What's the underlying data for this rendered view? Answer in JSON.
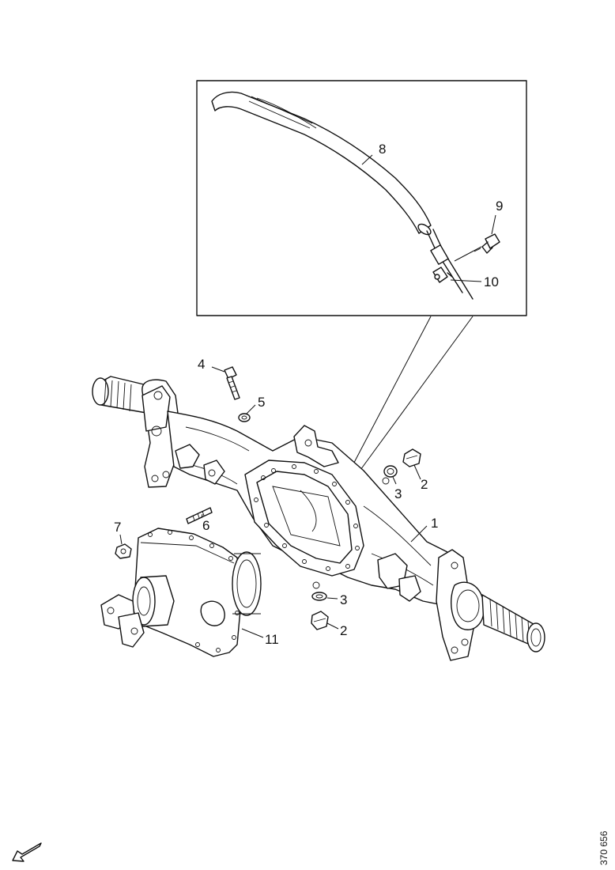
{
  "diagram": {
    "callouts": [
      {
        "id": "c1",
        "label": "1"
      },
      {
        "id": "c2a",
        "label": "2"
      },
      {
        "id": "c2b",
        "label": "2"
      },
      {
        "id": "c3a",
        "label": "3"
      },
      {
        "id": "c3b",
        "label": "3"
      },
      {
        "id": "c4",
        "label": "4"
      },
      {
        "id": "c5",
        "label": "5"
      },
      {
        "id": "c6",
        "label": "6"
      },
      {
        "id": "c7",
        "label": "7"
      },
      {
        "id": "c8",
        "label": "8"
      },
      {
        "id": "c9",
        "label": "9"
      },
      {
        "id": "c10",
        "label": "10"
      },
      {
        "id": "c11",
        "label": "11"
      }
    ],
    "document_number": "370 656",
    "icons": {
      "orientation": "direction-arrow-icon"
    }
  }
}
